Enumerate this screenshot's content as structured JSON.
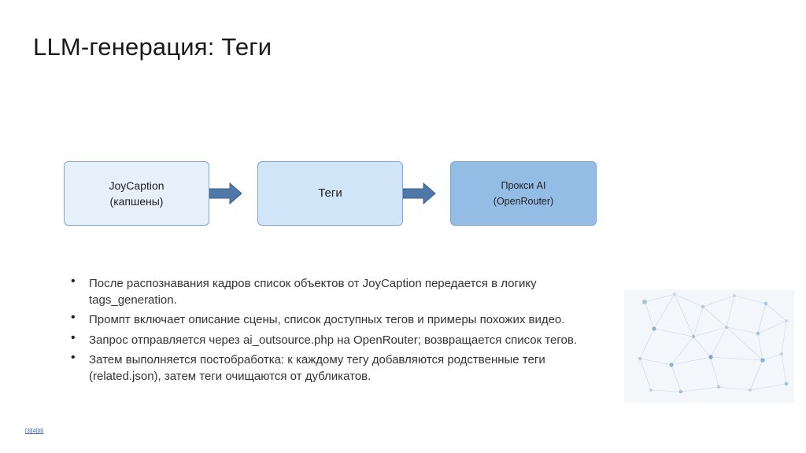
{
  "slide": {
    "title": "LLM-генерация: Теги"
  },
  "flow": {
    "boxes": [
      {
        "line1": "JoyCaption",
        "line2": "(капшены)"
      },
      {
        "line1": "Теги",
        "line2": ""
      },
      {
        "line1": "Прокси AI",
        "line2": "(OpenRouter)"
      }
    ]
  },
  "bullets": [
    "После распознавания кадров список объектов от JoyCaption передается в логику tags_generation.",
    "Промпт включает описание сцены, список доступных тегов и примеры похожих видео.",
    "Запрос отправляется через ai_outsource.php на OpenRouter; возвращается список тегов.",
    "Затем выполняется постобработка: к каждому тегу добавляются родственные теги (related.json), затем теги очищаются от дубликатов."
  ],
  "refs": "[3][4][6]",
  "colors": {
    "box1": "#e6f0fb",
    "box2": "#d0e5f8",
    "box3": "#94bde5",
    "arrow": "#4f77a8"
  }
}
